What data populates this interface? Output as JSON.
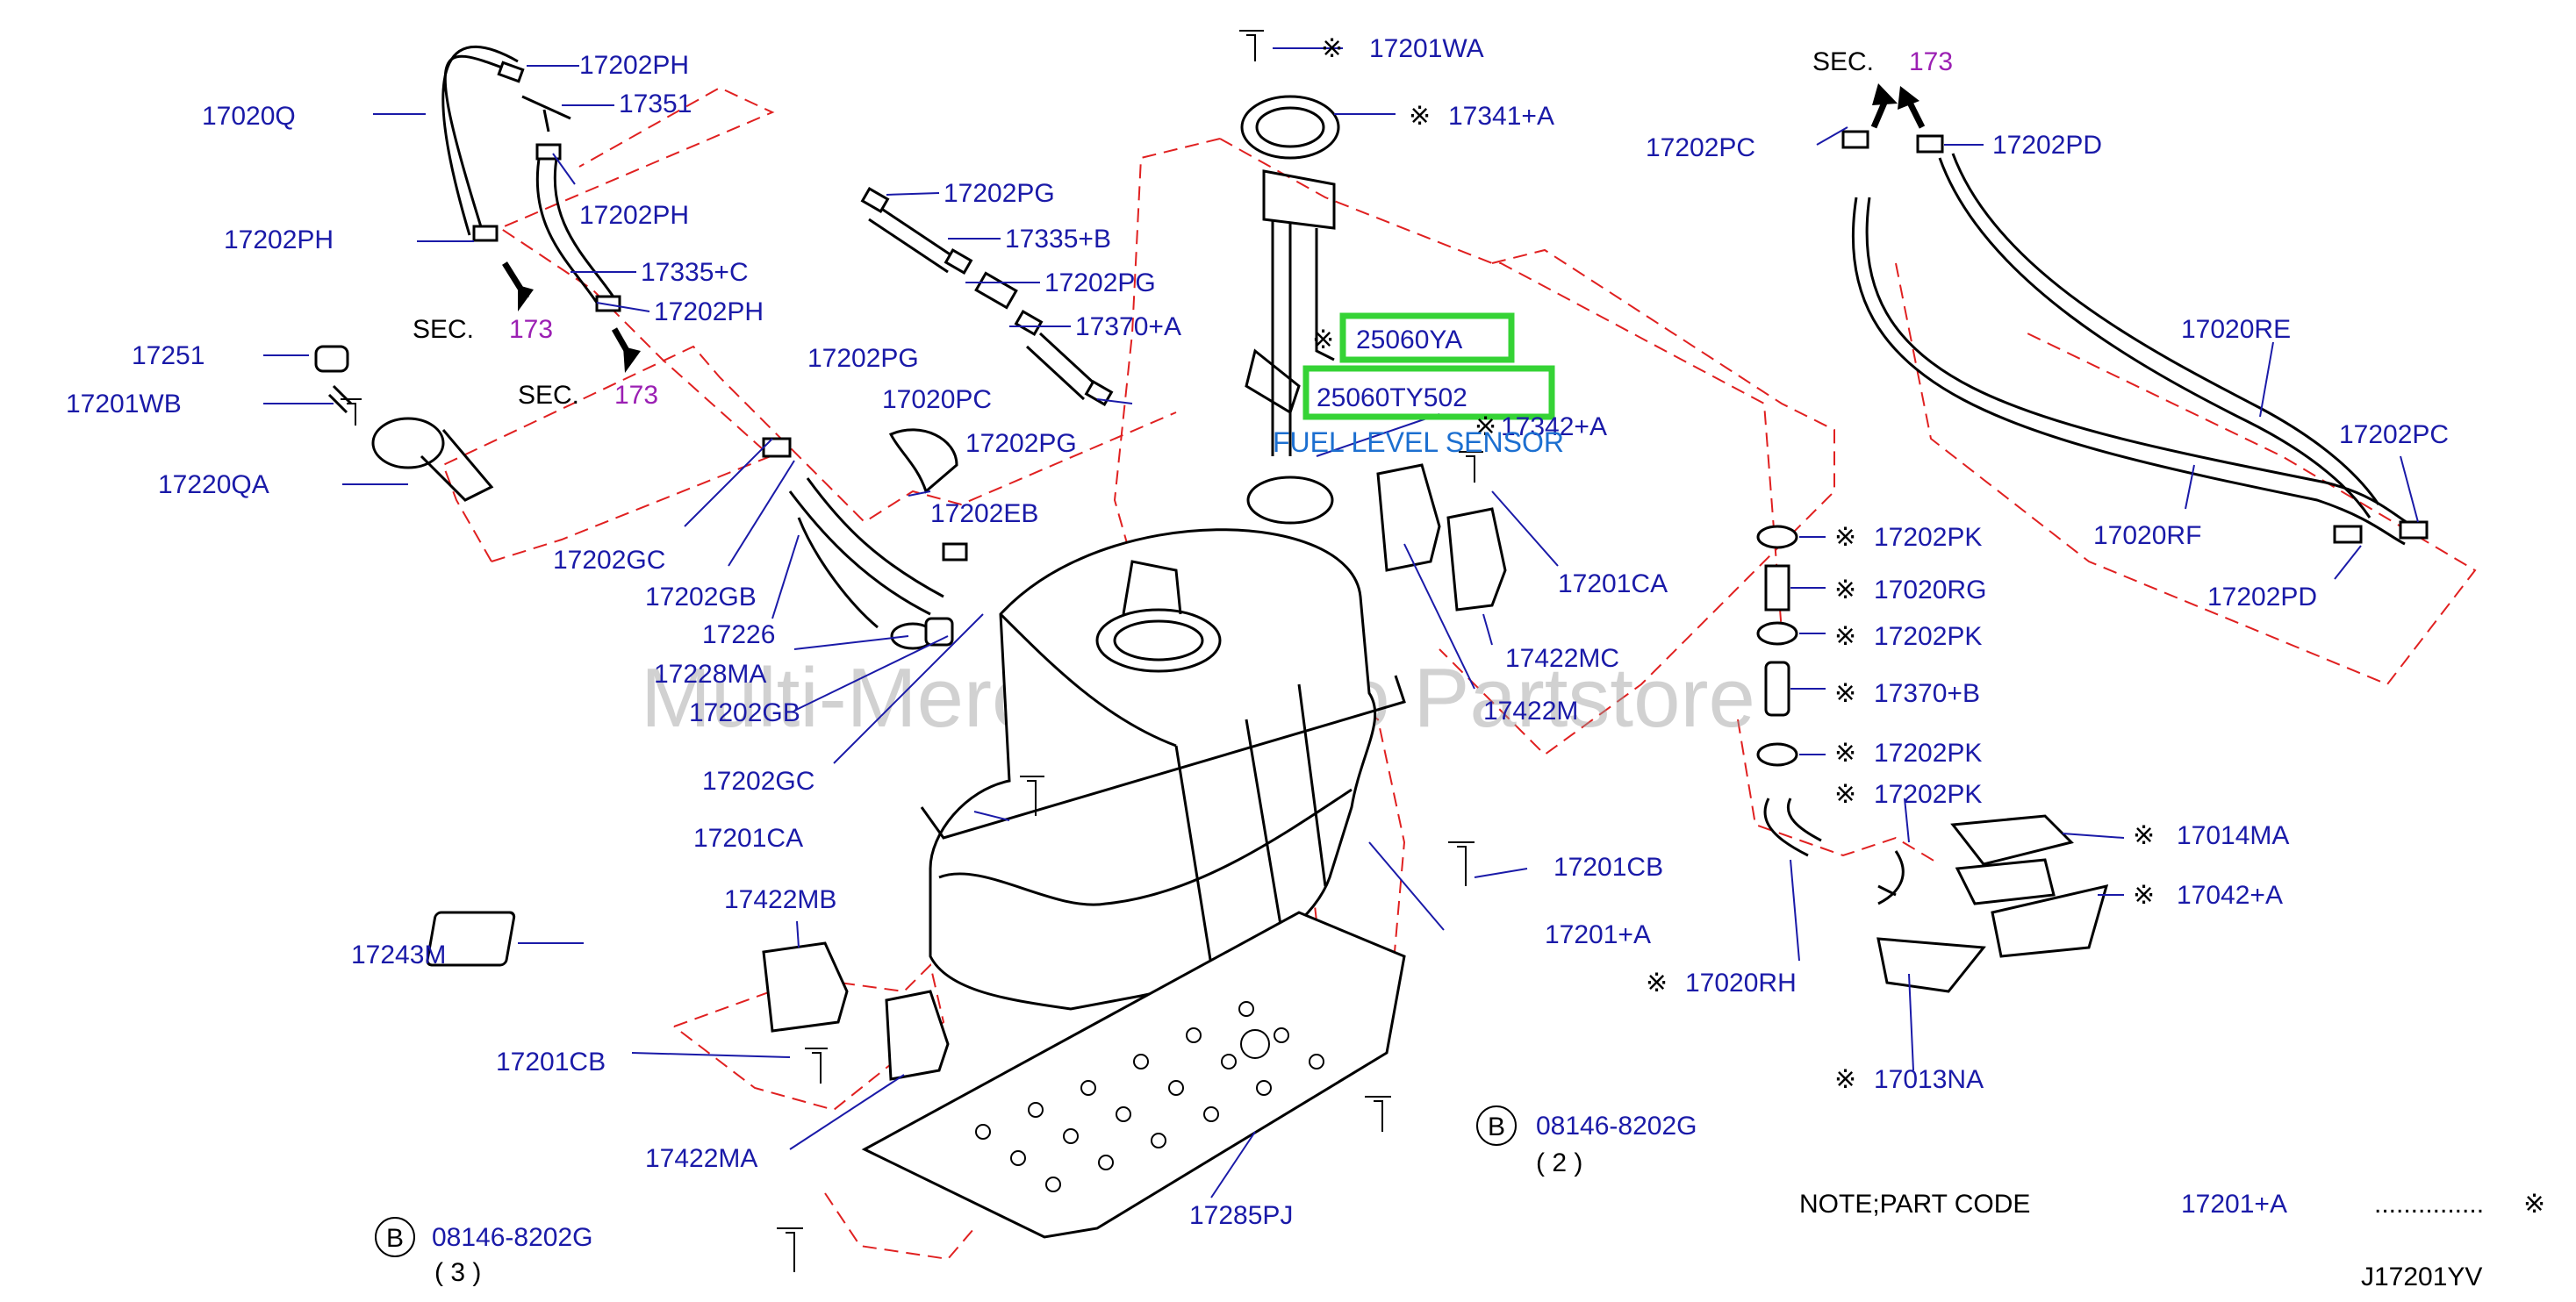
{
  "watermark": "Multi-Merchant Auto Partstore",
  "diagram_code": "J17201YV",
  "note": {
    "label": "NOTE;PART   CODE",
    "code": "17201+A",
    "dots": "...............",
    "mark": "※"
  },
  "sec_refs": {
    "word": "SEC.",
    "number": "173"
  },
  "bolt_refs": {
    "letter": "B",
    "top_code": "08146-8202G",
    "top_qty": "( 2 )",
    "bottom_code": "08146-8202G",
    "bottom_qty": "( 3 )"
  },
  "highlights": {
    "part_a": "25060YA",
    "part_b": "25060TY502",
    "sensor": "FUEL LEVEL SENSOR"
  },
  "labels": {
    "p17202PH_a": "17202PH",
    "p17351": "17351",
    "p17020Q": "17020Q",
    "p17202PH_b": "17202PH",
    "p17202PH_c": "17202PH",
    "p17335C": "17335+C",
    "p17202PH_d": "17202PH",
    "p17202PG_a": "17202PG",
    "p17335B": "17335+B",
    "p17202PG_b": "17202PG",
    "p17370A": "17370+A",
    "p17202PG_c": "17202PG",
    "p17020PC": "17020PC",
    "p17202PG_d": "17202PG",
    "p17202EB": "17202EB",
    "p17251": "17251",
    "p17201WB": "17201WB",
    "p17220QA": "17220QA",
    "p17202GC_a": "17202GC",
    "p17202GB_a": "17202GB",
    "p17226": "17226",
    "p17228MA": "17228MA",
    "p17202GB_b": "17202GB",
    "p17202GC_b": "17202GC",
    "p17201CA_a": "17201CA",
    "p17422MB": "17422MB",
    "p17243M": "17243M",
    "p17201CB_a": "17201CB",
    "p17422MA": "17422MA",
    "p17285PJ": "17285PJ",
    "p17201CB_b": "17201CB",
    "p17201A": "17201+A",
    "p17422M": "17422M",
    "p17422MC": "17422MC",
    "p17201CA_b": "17201CA",
    "p17342A": "17342+A",
    "p17201WA": "17201WA",
    "p17341A": "17341+A",
    "p17202PC_a": "17202PC",
    "p17202PD_a": "17202PD",
    "p17020RE": "17020RE",
    "p17202PC_b": "17202PC",
    "p17020RF": "17020RF",
    "p17202PD_b": "17202PD",
    "p17202PK_a": "17202PK",
    "p17020RG": "17020RG",
    "p17202PK_b": "17202PK",
    "p17370B": "17370+B",
    "p17202PK_c": "17202PK",
    "p17202PK_d": "17202PK",
    "p17014MA": "17014MA",
    "p17042A": "17042+A",
    "p17020RH": "17020RH",
    "p17013NA": "17013NA"
  },
  "colors": {
    "label": "#1a1aa8",
    "section_number": "#9b1fb3",
    "dashed_line": "#e02020",
    "highlight_box": "#35d335",
    "sensor_text": "#1c6fd0"
  }
}
